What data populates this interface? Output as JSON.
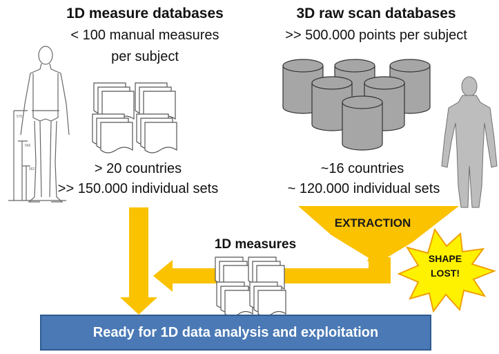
{
  "left": {
    "title": "1D measure databases",
    "line1": "< 100 manual measures",
    "line2": "per subject",
    "countries": "> 20 countries",
    "sets": ">> 150.000 individual sets"
  },
  "right": {
    "title": "3D raw scan databases",
    "line1": ">> 500.000 points per subject",
    "countries": "~16 countries",
    "sets": "~ 120.000 individual sets"
  },
  "middle": {
    "label": "1D measures"
  },
  "funnel": {
    "label": "EXTRACTION"
  },
  "burst": {
    "line1": "SHAPE",
    "line2": "LOST!"
  },
  "result": {
    "label": "Ready for 1D data analysis and exploitation"
  },
  "colors": {
    "arrow": "#fbc200",
    "box": "#4a79b5",
    "burst": "#fff200",
    "burst_stroke": "#f0a000",
    "cylinder": "#a6a6a6"
  },
  "icons": {
    "left_figure": "human-figure-drawing-icon",
    "right_figure": "3d-body-scan-icon",
    "documents": "document-stack-icon",
    "databases": "database-cylinder-icon"
  }
}
